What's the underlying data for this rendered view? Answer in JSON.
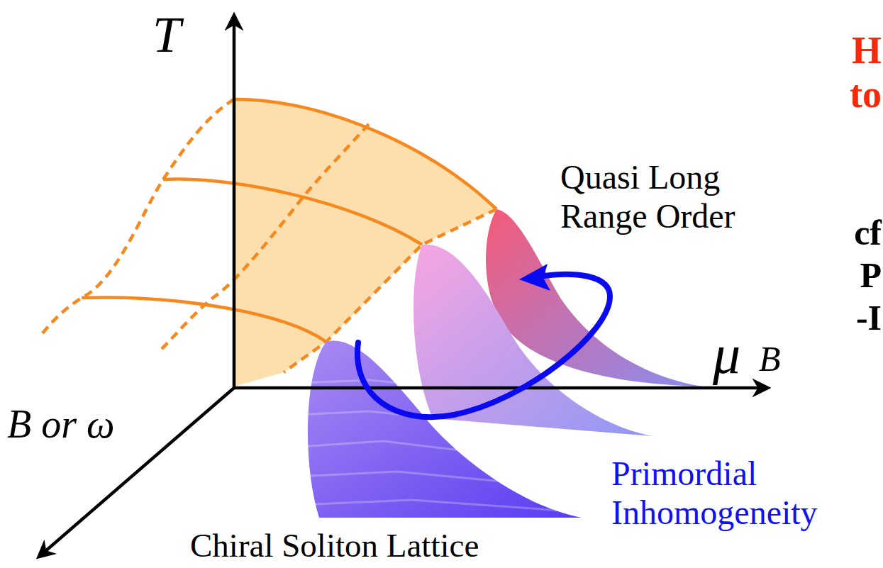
{
  "diagram": {
    "labels": [
      "T",
      "μ",
      "B",
      "B or ω",
      "Quasi Long Range Order",
      "Primordial Inhomogeneity",
      "Chiral Soliton Lattice",
      "H",
      "to",
      "cf",
      "P",
      "-I"
    ]
  }
}
